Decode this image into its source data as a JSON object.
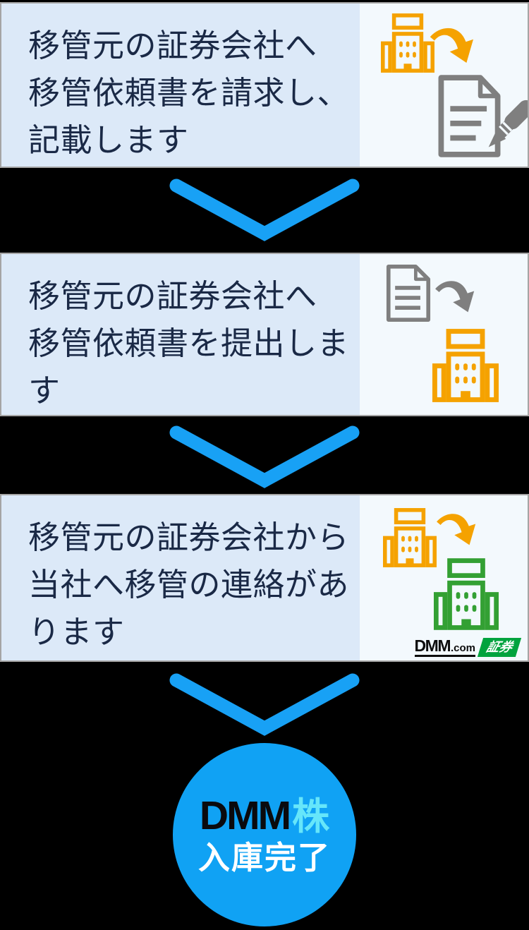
{
  "palette": {
    "background": "#000000",
    "border_gray": "#a5a5a5",
    "box_blue": "#dce9f8",
    "panel_blue": "#f3f9fd",
    "text_navy": "#1a2946",
    "chevron_blue": "#18a1f5",
    "circle_blue": "#10a2f4",
    "orange": "#f5a200",
    "gray": "#7f7f7f",
    "green": "#33a033",
    "badge_green": "#00a33e",
    "kabu_cyan": "#66e6fa"
  },
  "steps": [
    {
      "lines": [
        "移管元の証券会社へ",
        "移管依頼書を請求し、",
        "記載します"
      ],
      "icons": [
        "building-icon",
        "curved-down-arrow-icon",
        "document-with-pen-icon"
      ]
    },
    {
      "lines": [
        "移管元の証券会社へ",
        "移管依頼書を提出しま",
        "す"
      ],
      "icons": [
        "document-icon",
        "curved-down-arrow-icon",
        "building-icon"
      ]
    },
    {
      "lines": [
        "移管元の証券会社から",
        "当社へ移管の連絡があ",
        "ります"
      ],
      "icons": [
        "building-icon",
        "curved-down-arrow-icon",
        "building-icon",
        "dmm-com-securities-logo"
      ]
    }
  ],
  "logo": {
    "dmm": "DMM",
    "com": ".com",
    "badge": "証券"
  },
  "final": {
    "brand": "DMM",
    "kabu": "株",
    "status": "入庫完了"
  }
}
